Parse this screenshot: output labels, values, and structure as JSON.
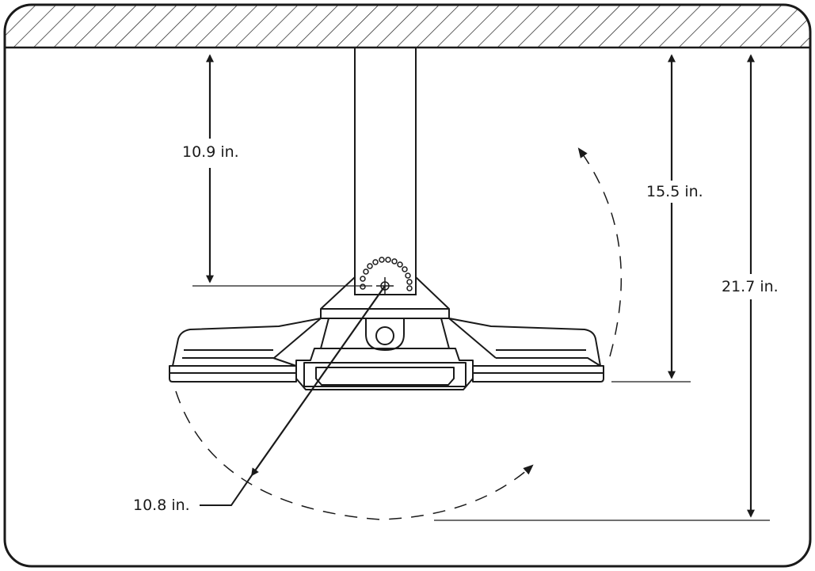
{
  "dimensions": {
    "pivot_to_ceiling": "10.9 in.",
    "fixture_bottom_to_ceiling": "15.5 in.",
    "swing_bottom_to_ceiling": "21.7 in.",
    "swing_radius": "10.8 in."
  },
  "colors": {
    "line": "#1a1a1a",
    "background": "#ffffff"
  }
}
